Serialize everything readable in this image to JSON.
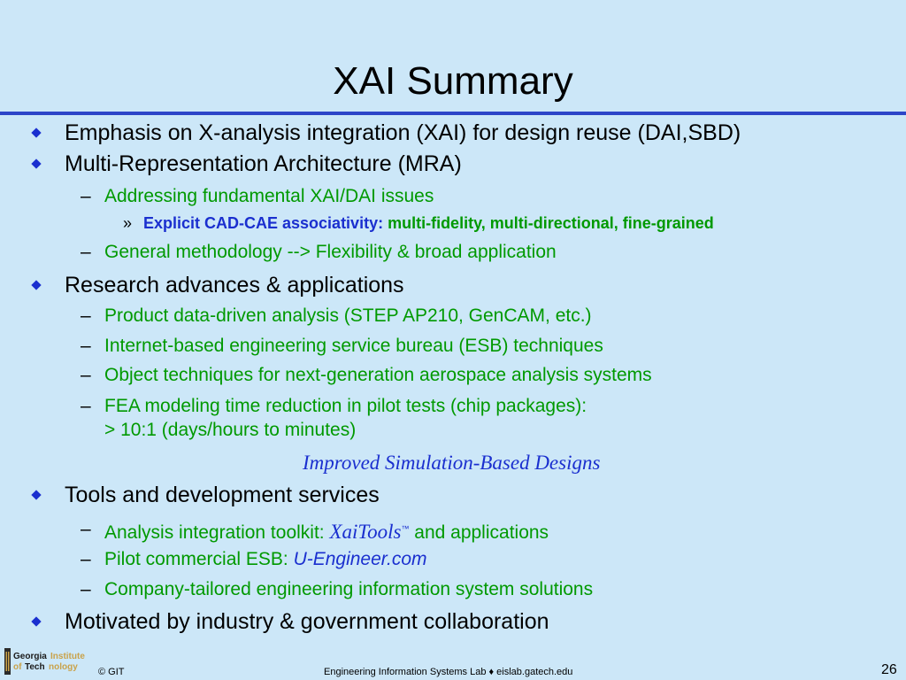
{
  "slide": {
    "title": "XAI Summary",
    "bullets": {
      "b1": "Emphasis on X-analysis integration (XAI) for design reuse (DAI,SBD)",
      "b2": "Multi-Representation Architecture (MRA)",
      "b2_sub1": "Addressing fundamental XAI/DAI issues",
      "b2_sub1_sub1_prefix": "Explicit CAD-CAE associativity:",
      "b2_sub1_sub1_rest": " multi-fidelity, multi-directional, fine-grained",
      "b2_sub2": "General methodology --> Flexibility & broad application",
      "b3": "Research advances & applications",
      "b3_sub1": "Product data-driven analysis (STEP AP210, GenCAM, etc.)",
      "b3_sub2": "Internet-based engineering service bureau (ESB) techniques",
      "b3_sub3": "Object techniques for next-generation aerospace analysis systems",
      "b3_sub4_line1": "FEA modeling time reduction in pilot tests (chip packages):",
      "b3_sub4_line2": "> 10:1 (days/hours to minutes)",
      "center_note": "Improved Simulation-Based Designs",
      "b4": "Tools and development services",
      "b4_sub1_prefix": "Analysis integration toolkit: ",
      "b4_sub1_brand": "XaiTools",
      "b4_sub1_tm": "™",
      "b4_sub1_suffix": " and applications",
      "b4_sub2_prefix": "Pilot commercial ESB: ",
      "b4_sub2_link": "U-Engineer.com",
      "b4_sub3": "Company-tailored engineering information system solutions",
      "b5": "Motivated by industry & government collaboration"
    },
    "markers": {
      "dash": "–",
      "raquo": "»"
    }
  },
  "footer": {
    "logo_line1_a": "Georgia",
    "logo_line1_b": "Institute",
    "logo_line2_a": "of",
    "logo_line2_b": "Tech",
    "logo_line2_c": "nology",
    "copyright": "© GIT",
    "center": "Engineering Information Systems Lab ♦ eislab.gatech.edu",
    "page_number": "26"
  },
  "colors": {
    "background": "#cce7f8",
    "accent_blue": "#1a2fcf",
    "sub_green": "#009900"
  }
}
